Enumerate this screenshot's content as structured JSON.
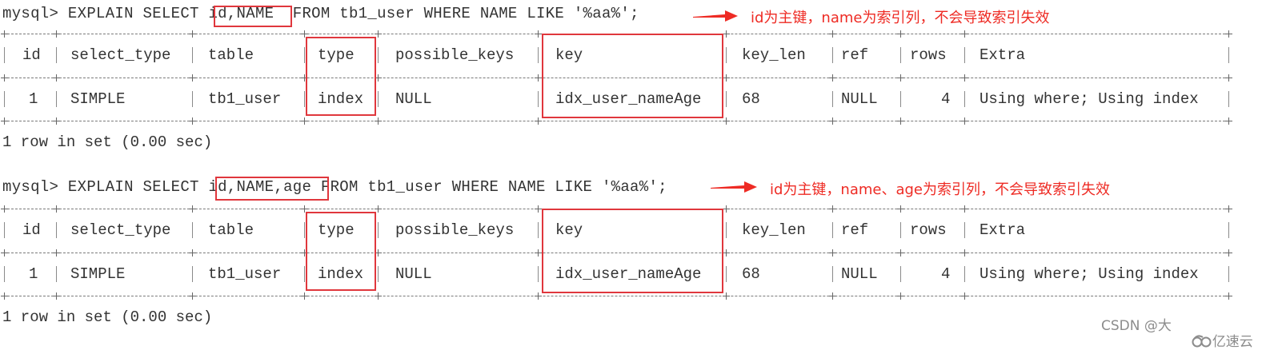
{
  "colors": {
    "highlight_red": "#e0373d",
    "annotation_red": "#ee2b24",
    "terminal_text": "#333333",
    "background": "#ffffff"
  },
  "blocks": [
    {
      "prompt": "mysql> ",
      "command_prefix": "EXPLAIN SELECT ",
      "highlighted_columns": "id,NAME",
      "command_suffix": "  FROM tb1_user WHERE NAME LIKE '%aa%';",
      "annotation": "id为主键，name为索引列，不会导致索引失效",
      "table": {
        "headers": [
          "id",
          "select_type",
          "table",
          "type",
          "possible_keys",
          "key",
          "key_len",
          "ref",
          "rows",
          "Extra"
        ],
        "rows": [
          [
            "1",
            "SIMPLE",
            "tb1_user",
            "index",
            "NULL",
            "idx_user_nameAge",
            "68",
            "NULL",
            "4",
            "Using where; Using index"
          ]
        ]
      },
      "footer": "1 row in set (0.00 sec)"
    },
    {
      "prompt": "mysql> ",
      "command_prefix": "EXPLAIN SELECT ",
      "highlighted_columns": "id,NAME,age",
      "command_suffix": " FROM tb1_user WHERE NAME LIKE '%aa%';",
      "annotation": "id为主键，name、age为索引列，不会导致索引失效",
      "table": {
        "headers": [
          "id",
          "select_type",
          "table",
          "type",
          "possible_keys",
          "key",
          "key_len",
          "ref",
          "rows",
          "Extra"
        ],
        "rows": [
          [
            "1",
            "SIMPLE",
            "tb1_user",
            "index",
            "NULL",
            "idx_user_nameAge",
            "68",
            "NULL",
            "4",
            "Using where; Using index"
          ]
        ]
      },
      "footer": "1 row in set (0.00 sec)"
    }
  ],
  "watermark": {
    "text": "CSDN @大",
    "logo_text": "亿速云",
    "logo_icon": "cloud-logo-icon"
  }
}
